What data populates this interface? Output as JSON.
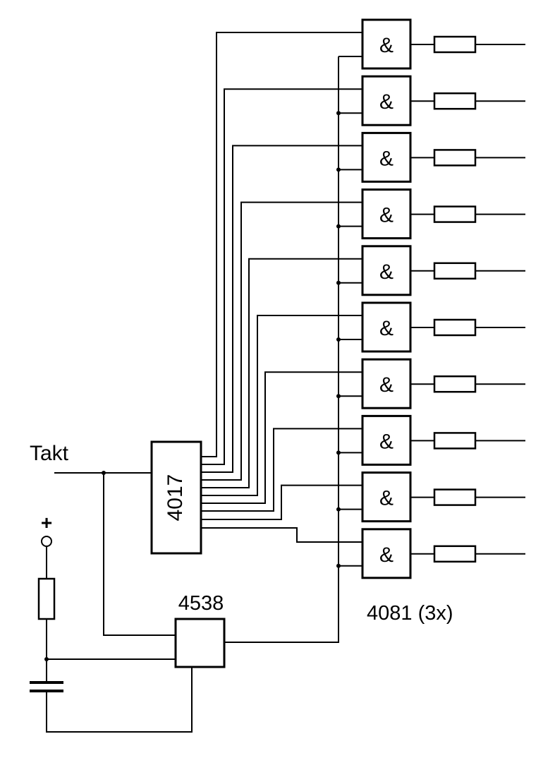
{
  "labels": {
    "clock_input": "Takt",
    "supply": "+",
    "counter_ic": "4017",
    "monoflop_ic": "4538",
    "and_ic": "4081 (3x)"
  },
  "and_gate_symbol": "&",
  "gates": [
    {
      "symbol": "&"
    },
    {
      "symbol": "&"
    },
    {
      "symbol": "&"
    },
    {
      "symbol": "&"
    },
    {
      "symbol": "&"
    },
    {
      "symbol": "&"
    },
    {
      "symbol": "&"
    },
    {
      "symbol": "&"
    },
    {
      "symbol": "&"
    },
    {
      "symbol": "&"
    }
  ],
  "colors": {
    "line": "#000000",
    "background": "#ffffff"
  }
}
